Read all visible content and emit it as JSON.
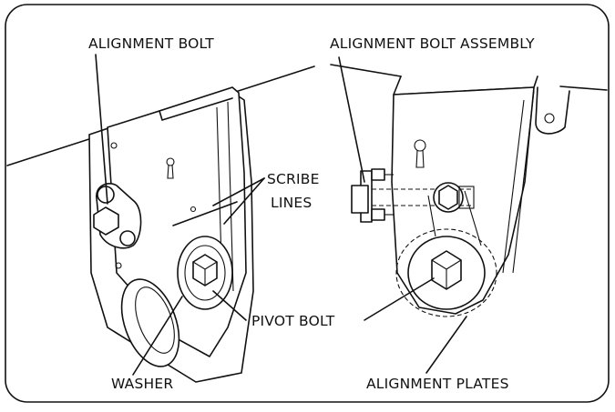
{
  "labels": {
    "alignment_bolt": "ALIGNMENT BOLT",
    "alignment_bolt_assembly": "ALIGNMENT BOLT ASSEMBLY",
    "scribe": "SCRIBE",
    "lines": "LINES",
    "pivot_bolt": "PIVOT BOLT",
    "washer": "WASHER",
    "alignment_plates": "ALIGNMENT PLATES"
  }
}
